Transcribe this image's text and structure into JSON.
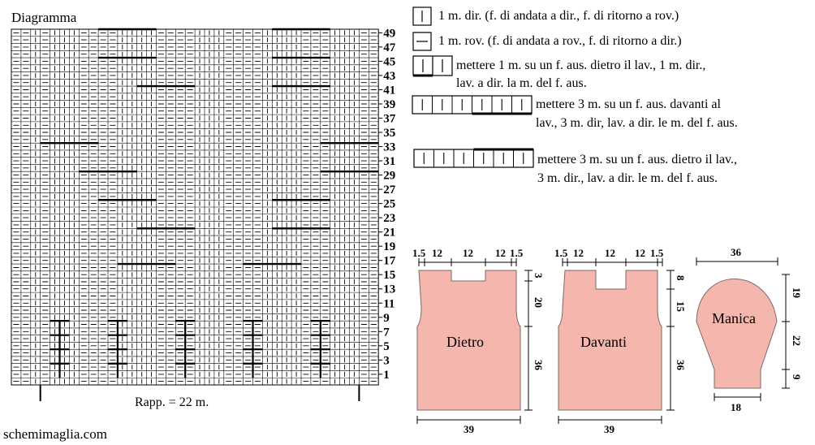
{
  "chart_title": "Diagramma",
  "footer_site": "schemimaglia.com",
  "repeat_label": "Rapp. = 22 m.",
  "row_labels": [
    "49",
    "47",
    "45",
    "43",
    "41",
    "39",
    "37",
    "35",
    "33",
    "31",
    "29",
    "27",
    "25",
    "23",
    "21",
    "19",
    "17",
    "15",
    "13",
    "11",
    "9",
    "7",
    "5",
    "3",
    "1"
  ],
  "legend": {
    "knit": "1 m. dir. (f. di andata a dir., f. di ritorno a rov.)",
    "purl": "1 m. rov. (f. di andata a rov., f. di ritorno a dir.)",
    "cross_1_line1": "mettere 1 m. su un f. aus. dietro il lav., 1 m. dir.,",
    "cross_1_line2": "lav. a dir. la m. del f. aus.",
    "cable_front_line1": "mettere 3 m. su un f. aus. davanti al",
    "cable_front_line2": "lav., 3 m. dir, lav. a dir. le m. del f. aus.",
    "cable_back_line1": "mettere 3 m. su un f. aus. dietro il lav.,",
    "cable_back_line2": "3 m. dir., lav. a dir. le m. del f. aus."
  },
  "schematics": {
    "dietro": {
      "label": "Dietro",
      "top_dims": [
        "1.5",
        "12",
        "12",
        "12",
        "1.5"
      ],
      "right_dims": [
        "3",
        "20",
        "36"
      ],
      "bottom_dim": "39"
    },
    "davanti": {
      "label": "Davanti",
      "top_dims": [
        "1.5",
        "12",
        "12",
        "12",
        "1.5"
      ],
      "right_dims": [
        "8",
        "15",
        "36"
      ],
      "bottom_dim": "39"
    },
    "manica": {
      "label": "Manica",
      "top_dim": "36",
      "right_dims": [
        "19",
        "22",
        "9"
      ],
      "bottom_dim": "18"
    }
  },
  "colors": {
    "piece_fill": "#f4b6ad",
    "grid_line": "#000000"
  }
}
